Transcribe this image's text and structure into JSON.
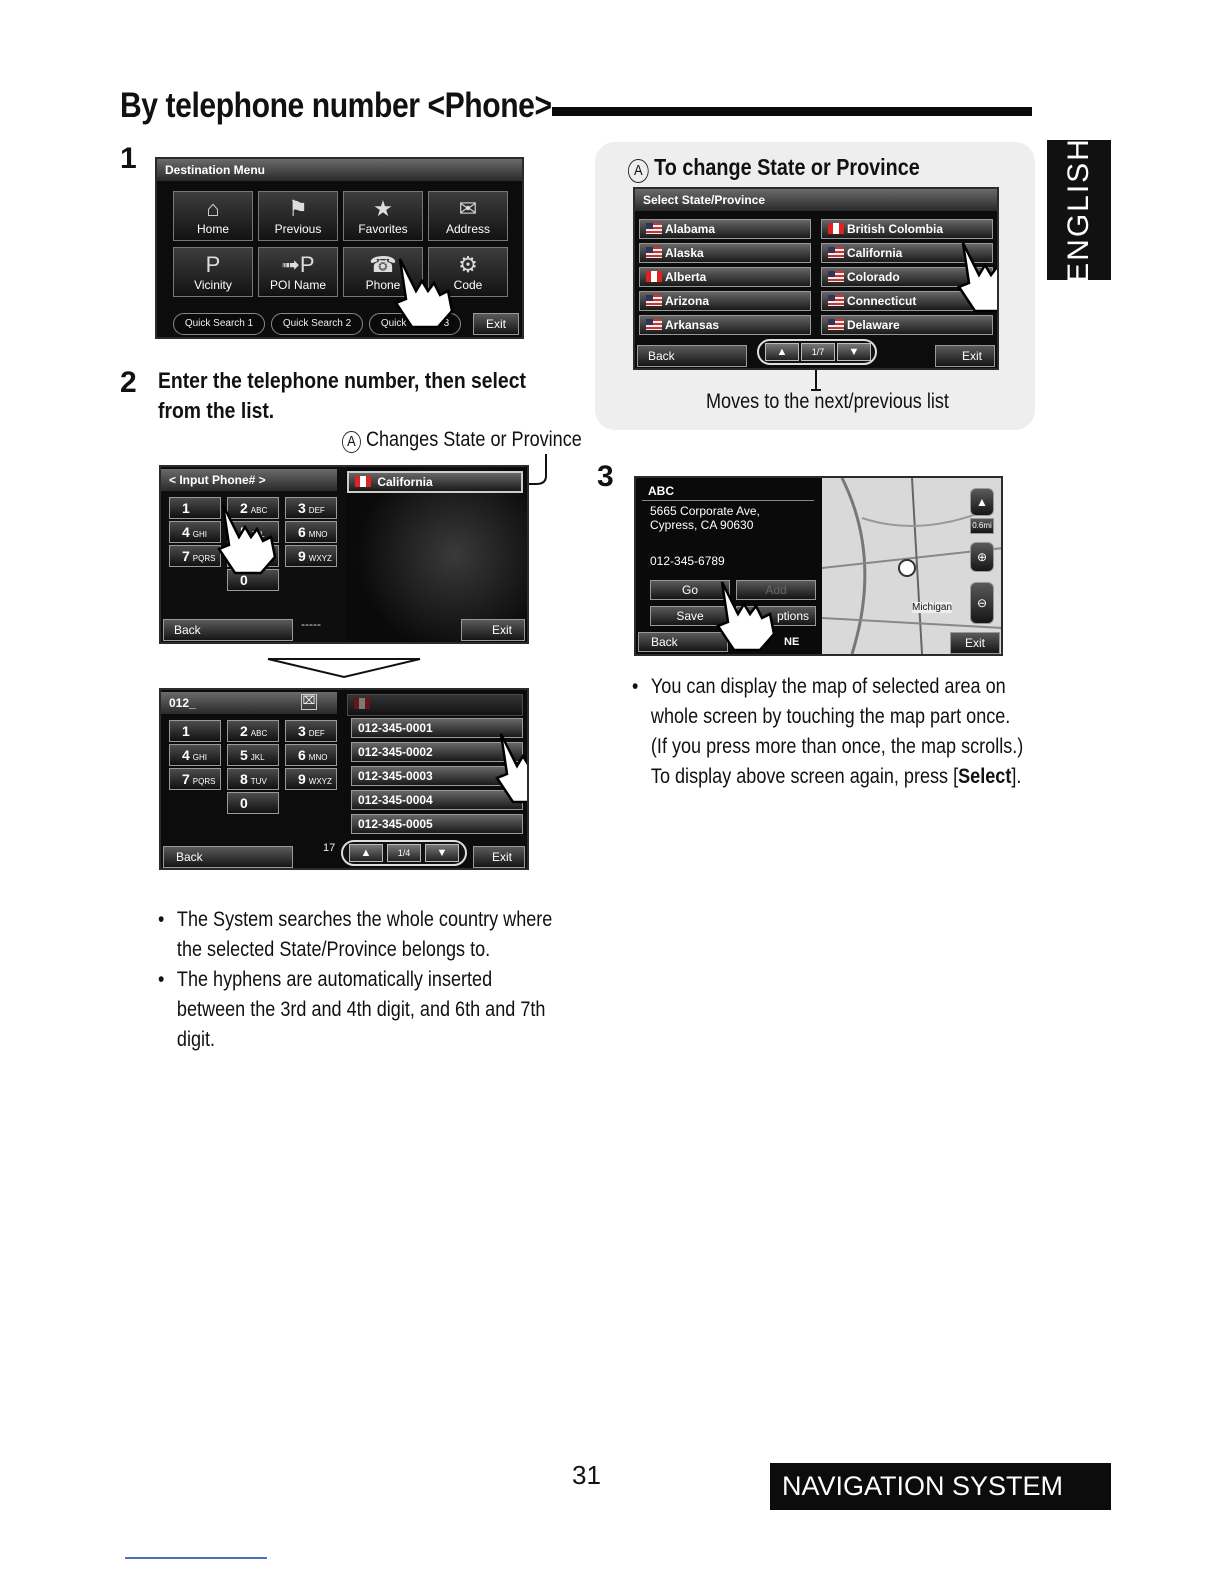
{
  "title": "By telephone number <Phone>",
  "english_tab": "ENGLISH",
  "footer": {
    "page_number": "31",
    "section": "NAVIGATION SYSTEM"
  },
  "step1": {
    "number": "1",
    "menu": {
      "header": "Destination Menu",
      "tiles": [
        "Home",
        "Previous",
        "Favorites",
        "Address",
        "Vicinity",
        "POI Name",
        "Phone",
        "Code"
      ],
      "quick": [
        "Quick Search 1",
        "Quick Search 2",
        "Quick Search 3"
      ],
      "exit": "Exit"
    }
  },
  "step2": {
    "number": "2",
    "text": "Enter the telephone number, then select from the list.",
    "callout_a": "Changes State or Province",
    "callout_marker": "A",
    "screen1": {
      "input_label": "< Input Phone# >",
      "state": "California",
      "keys": [
        {
          "d": "1",
          "l": ""
        },
        {
          "d": "2",
          "l": "ABC"
        },
        {
          "d": "3",
          "l": "DEF"
        },
        {
          "d": "4",
          "l": "GHI"
        },
        {
          "d": "5",
          "l": "JKL"
        },
        {
          "d": "6",
          "l": "MNO"
        },
        {
          "d": "7",
          "l": "PQRS"
        },
        {
          "d": "8",
          "l": "TUV"
        },
        {
          "d": "9",
          "l": "WXYZ"
        },
        {
          "d": "0",
          "l": ""
        }
      ],
      "dashes": "-----",
      "back": "Back",
      "exit": "Exit"
    },
    "screen2": {
      "input_value": "012_",
      "results": [
        "012-345-0001",
        "012-345-0002",
        "012-345-0003",
        "012-345-0004",
        "012-345-0005"
      ],
      "count": "17",
      "back": "Back",
      "exit": "Exit",
      "page_indicator": "1/4"
    },
    "bullets": [
      "The System searches the whole country where the selected State/Province belongs to.",
      "The hyphens are automatically inserted between the 3rd and 4th digit, and 6th and 7th digit."
    ]
  },
  "panel_a": {
    "marker": "A",
    "heading": "To change State or Province",
    "screen": {
      "header": "Select State/Province",
      "left": [
        "Alabama",
        "Alaska",
        "Alberta",
        "Arizona",
        "Arkansas"
      ],
      "right": [
        "British Colombia",
        "California",
        "Colorado",
        "Connecticut",
        "Delaware"
      ],
      "back": "Back",
      "exit": "Exit",
      "page_indicator": "1/7"
    },
    "caption": "Moves to the next/previous list"
  },
  "step3": {
    "number": "3",
    "screen": {
      "name": "ABC",
      "address_line1": "5665 Corporate Ave,",
      "address_line2": "Cypress, CA 90630",
      "phone": "012-345-6789",
      "go": "Go",
      "add": "Add",
      "save": "Save",
      "options": "ptions",
      "back": "Back",
      "distance": "6mi",
      "heading": "NE",
      "scale": "0.6mi",
      "map_label": "Michigan",
      "exit": "Exit"
    },
    "bullet_parts": [
      "You can display the map of selected area on whole screen by touching the map part once. (If you press more than once, the map scrolls.) To display above screen again, press [",
      "Select",
      "]."
    ]
  }
}
